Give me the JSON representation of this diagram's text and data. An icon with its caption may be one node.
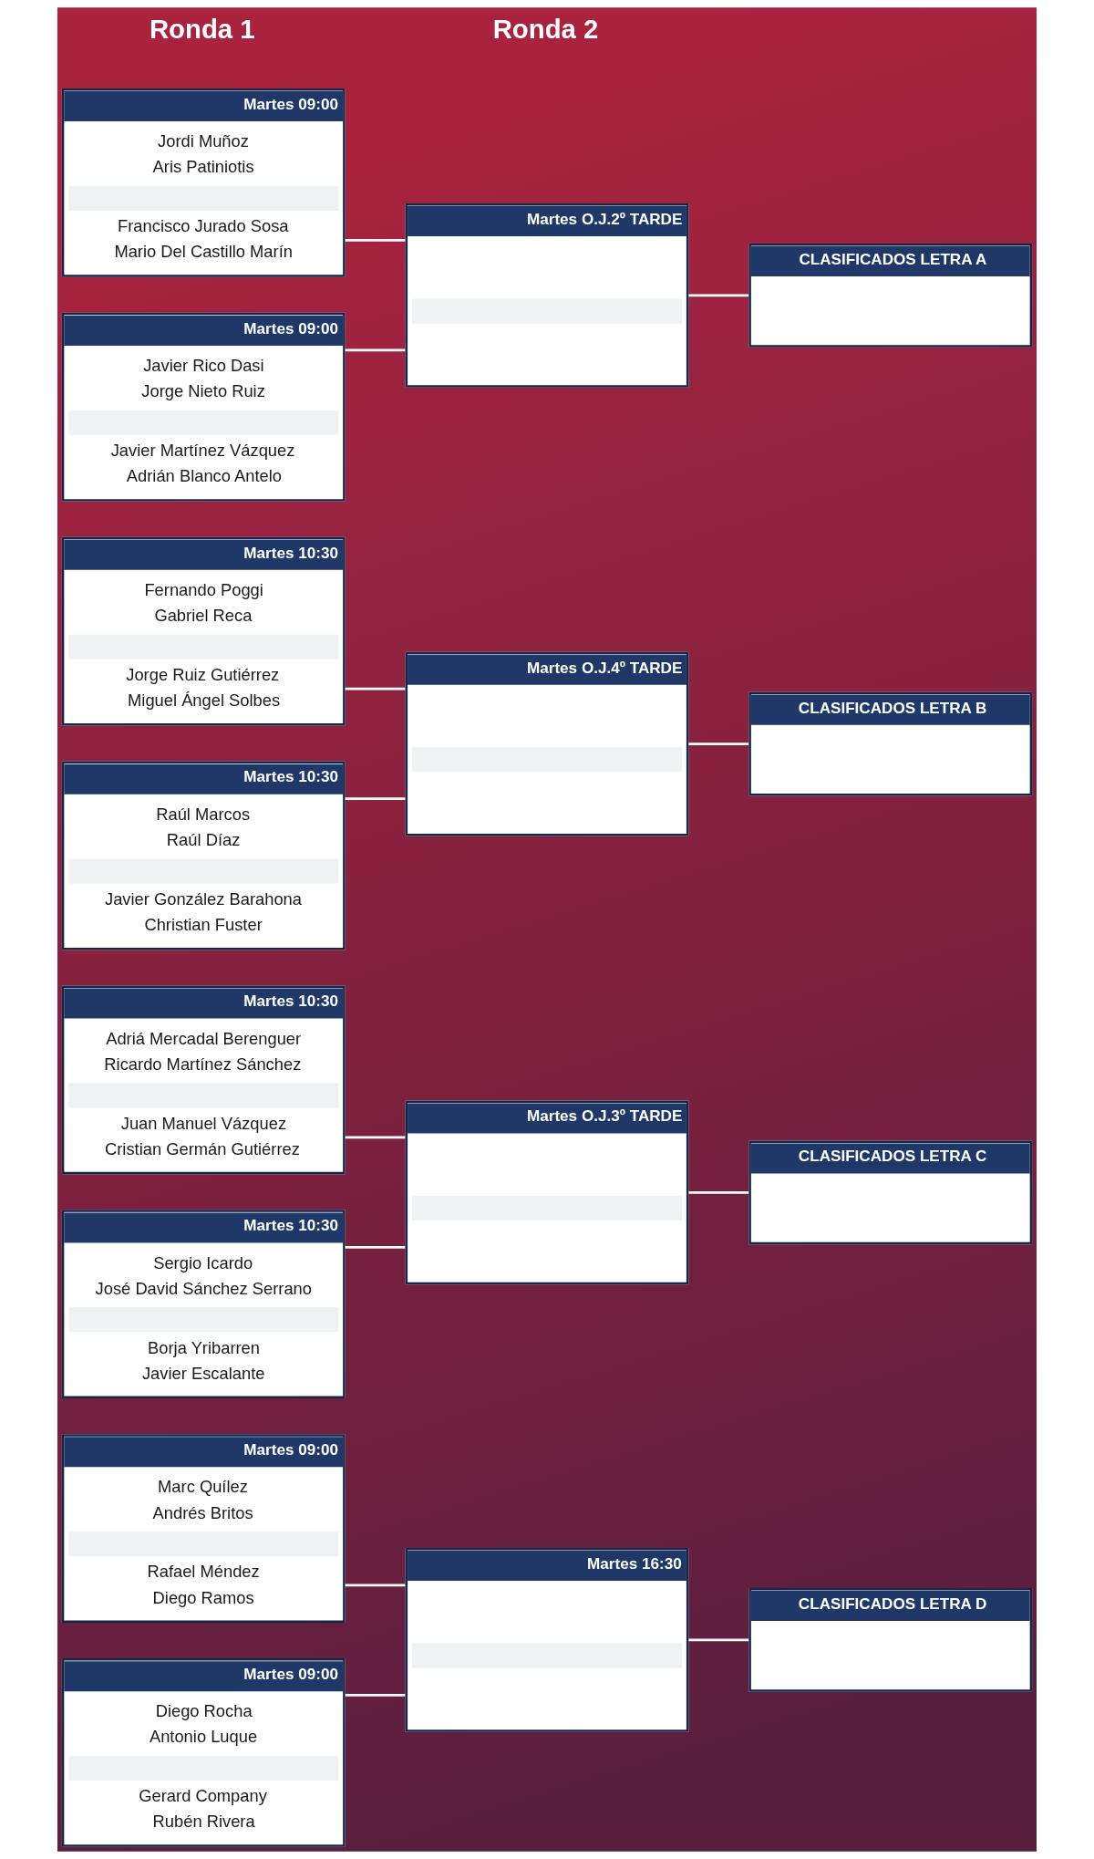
{
  "diagram": {
    "nodes": [
      {
        "text": [
          "Martes 09:00",
          "Jordi Muñoz",
          "Aris Patiniotis",
          "Francisco Jurado Sosa",
          "Mario Del Castillo Marín"
        ]
      },
      {
        "text": [
          "Martes 09:00",
          "Javier Rico Dasi",
          "Jorge Nieto Ruiz",
          "Javier Martínez Vázquez",
          "Adrián Blanco Antelo"
        ]
      },
      {
        "text": [
          "Martes 10:30",
          "Fernando Poggi",
          "Gabriel Reca",
          "Jorge Ruiz Gutiérrez",
          "Miguel Ángel Solbes"
        ]
      },
      {
        "text": [
          "Martes 10:30",
          "Raúl Marcos",
          "Raúl Díaz",
          "Javier González Barahona",
          "Christian Fuster"
        ]
      },
      {
        "text": [
          "Martes 10:30",
          "Adriá Mercadal Berenguer",
          "Ricardo Martínez Sánchez",
          "Juan Manuel Vázquez",
          "Cristian Germán Gutiérrez"
        ]
      },
      {
        "text": [
          "Martes 10:30",
          "Sergio Icardo",
          "José David Sánchez Serrano",
          "Borja Yribarren",
          "Javier Escalante"
        ]
      },
      {
        "text": [
          "Martes 09:00",
          "Marc Quílez",
          "Andrés Britos",
          "Rafael Méndez",
          "Diego Ramos"
        ]
      },
      {
        "text": [
          "Martes 09:00",
          "Diego Rocha",
          "Antonio Luque",
          "Gerard Company",
          "Rubén Rivera"
        ]
      },
      {
        "text": [
          "Martes O.J.2º TARDE"
        ]
      },
      {
        "text": [
          "Martes O.J.4º TARDE"
        ]
      },
      {
        "text": [
          "Martes O.J.3º TARDE"
        ]
      },
      {
        "text": [
          "Martes 16:30"
        ]
      },
      {
        "text": [
          "CLASIFICADOS LETRA A"
        ]
      },
      {
        "text": [
          "CLASIFICADOS LETRA B"
        ]
      },
      {
        "text": [
          "CLASIFICADOS LETRA C"
        ]
      },
      {
        "text": [
          "CLASIFICADOS LETRA D"
        ]
      }
    ],
    "edges": [
      {
        "from": 0,
        "to": 8,
        "arrow": "none"
      },
      {
        "from": 1,
        "to": 8,
        "arrow": "none"
      },
      {
        "from": 2,
        "to": 9,
        "arrow": "none"
      },
      {
        "from": 3,
        "to": 9,
        "arrow": "none"
      },
      {
        "from": 4,
        "to": 10,
        "arrow": "none"
      },
      {
        "from": 5,
        "to": 10,
        "arrow": "none"
      },
      {
        "from": 6,
        "to": 11,
        "arrow": "none"
      },
      {
        "from": 7,
        "to": 11,
        "arrow": "none"
      },
      {
        "from": 8,
        "to": 12,
        "arrow": "none"
      },
      {
        "from": 9,
        "to": 13,
        "arrow": "none"
      },
      {
        "from": 10,
        "to": 14,
        "arrow": "none"
      },
      {
        "from": 11,
        "to": 15,
        "arrow": "none"
      }
    ],
    "labels": [
      "Ronda 1",
      "Ronda 2"
    ]
  }
}
